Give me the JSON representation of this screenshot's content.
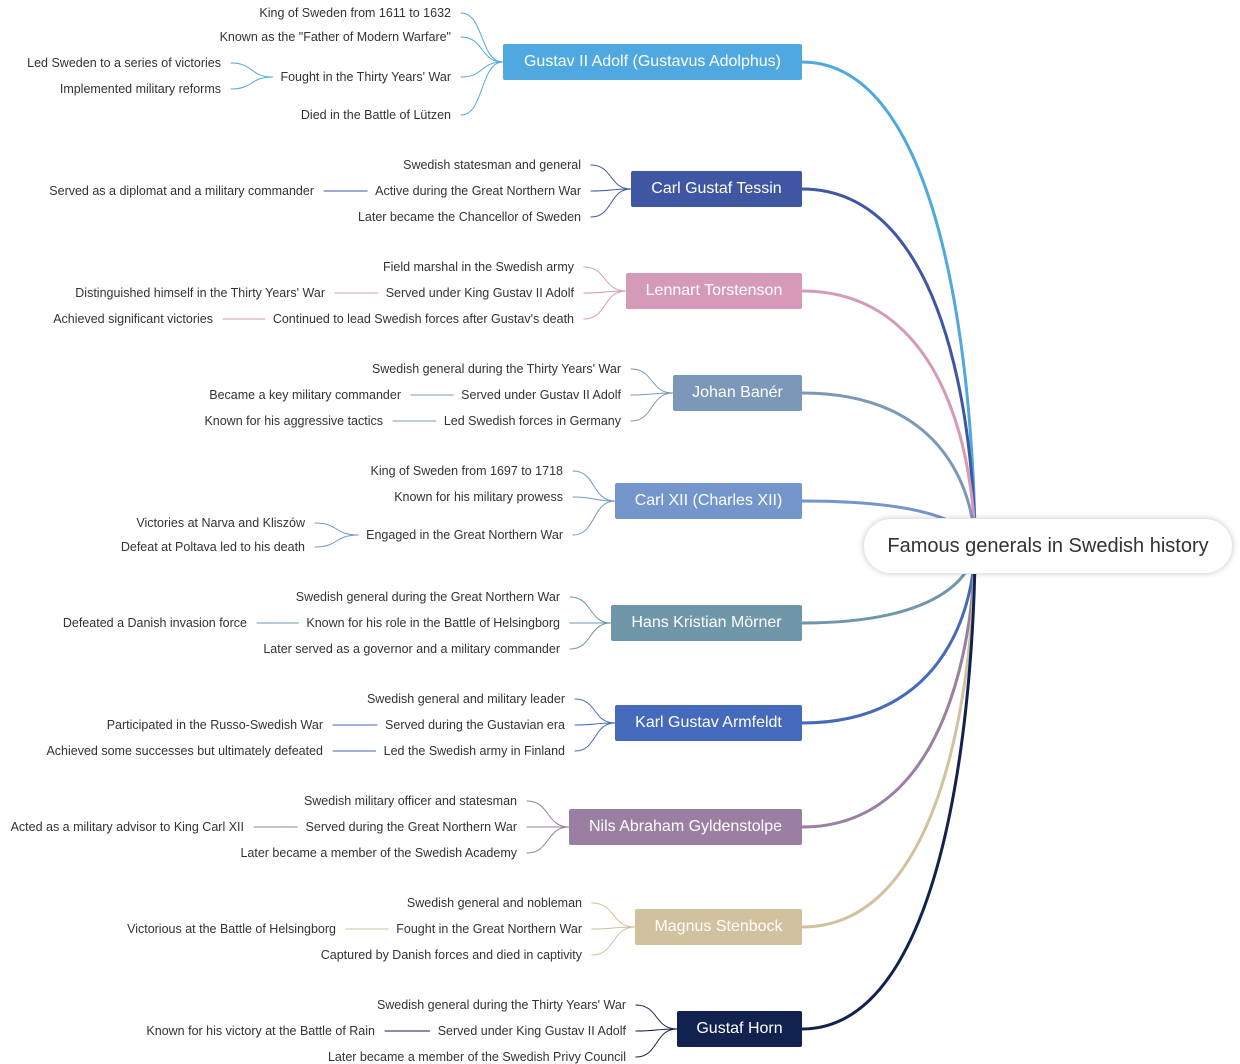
{
  "root": {
    "label": "Famous generals in Swedish history"
  },
  "generals": [
    {
      "name": "Gustav II Adolf (Gustavus Adolphus)",
      "color": "#4fa8e0",
      "facts": [
        {
          "text": "King of Sweden from 1611 to 1632"
        },
        {
          "text": "Known as the \"Father of Modern Warfare\""
        },
        {
          "text": "Fought in the Thirty Years' War",
          "details": [
            "Led Sweden to a series of victories",
            "Implemented military reforms"
          ]
        },
        {
          "text": "Died in the Battle of Lützen"
        }
      ]
    },
    {
      "name": "Carl Gustaf Tessin",
      "color": "#3f56a3",
      "facts": [
        {
          "text": "Swedish statesman and general"
        },
        {
          "text": "Active during the Great Northern War",
          "details": [
            "Served as a diplomat and a military commander"
          ]
        },
        {
          "text": "Later became the Chancellor of Sweden"
        }
      ]
    },
    {
      "name": "Lennart Torstenson",
      "color": "#d69ab9",
      "facts": [
        {
          "text": "Field marshal in the Swedish army"
        },
        {
          "text": "Served under King Gustav II Adolf",
          "details": [
            "Distinguished himself in the Thirty Years' War"
          ]
        },
        {
          "text": "Continued to lead Swedish forces after Gustav's death",
          "details": [
            "Achieved significant victories"
          ]
        }
      ]
    },
    {
      "name": "Johan Banér",
      "color": "#7b98b8",
      "facts": [
        {
          "text": "Swedish general during the Thirty Years' War"
        },
        {
          "text": "Served under Gustav II Adolf",
          "details": [
            "Became a key military commander"
          ]
        },
        {
          "text": "Led Swedish forces in Germany",
          "details": [
            "Known for his aggressive tactics"
          ]
        }
      ]
    },
    {
      "name": "Carl XII (Charles XII)",
      "color": "#7596cb",
      "facts": [
        {
          "text": "King of Sweden from 1697 to 1718"
        },
        {
          "text": "Known for his military prowess"
        },
        {
          "text": "Engaged in the Great Northern War",
          "details": [
            "Victories at Narva and Kliszów",
            "Defeat at Poltava led to his death"
          ]
        }
      ]
    },
    {
      "name": "Hans Kristian Mörner",
      "color": "#6f97a9",
      "facts": [
        {
          "text": "Swedish general during the Great Northern War"
        },
        {
          "text": "Known for his role in the Battle of Helsingborg",
          "details": [
            "Defeated a Danish invasion force"
          ]
        },
        {
          "text": "Later served as a governor and a military commander"
        }
      ]
    },
    {
      "name": "Karl Gustav Armfeldt",
      "color": "#4569bb",
      "facts": [
        {
          "text": "Swedish general and military leader"
        },
        {
          "text": "Served during the Gustavian era",
          "details": [
            "Participated in the Russo-Swedish War"
          ]
        },
        {
          "text": "Led the Swedish army in Finland",
          "details": [
            "Achieved some successes but ultimately defeated"
          ]
        }
      ]
    },
    {
      "name": "Nils Abraham Gyldenstolpe",
      "color": "#9b7fa2",
      "facts": [
        {
          "text": "Swedish military officer and statesman"
        },
        {
          "text": "Served during the Great Northern War",
          "details": [
            "Acted as a military advisor to King Carl XII"
          ]
        },
        {
          "text": "Later became a member of the Swedish Academy"
        }
      ]
    },
    {
      "name": "Magnus Stenbock",
      "color": "#d2c19f",
      "facts": [
        {
          "text": "Swedish general and nobleman"
        },
        {
          "text": "Fought in the Great Northern War",
          "details": [
            "Victorious at the Battle of Helsingborg"
          ]
        },
        {
          "text": "Captured by Danish forces and died in captivity"
        }
      ]
    },
    {
      "name": "Gustaf Horn",
      "color": "#12224f",
      "facts": [
        {
          "text": "Swedish general during the Thirty Years' War"
        },
        {
          "text": "Served under King Gustav II Adolf",
          "details": [
            "Known for his victory at the Battle of Rain"
          ]
        },
        {
          "text": "Later became a member of the Swedish Privy Council"
        }
      ]
    }
  ]
}
